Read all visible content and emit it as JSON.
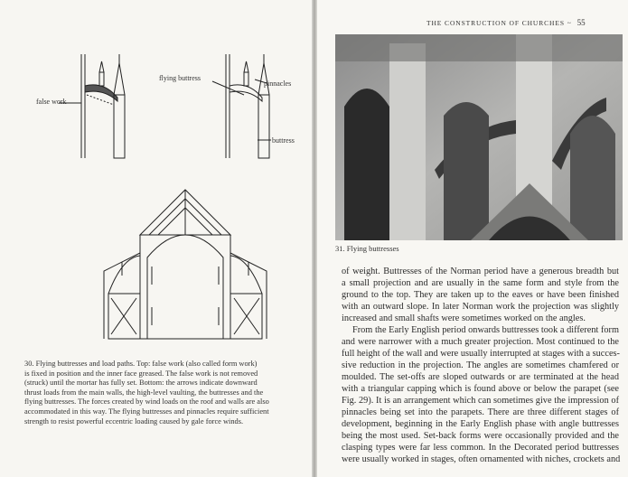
{
  "left_page": {
    "figure_labels": {
      "false_work": "false work",
      "flying_buttress": "flying buttress",
      "pinnacles": "pinnacles",
      "buttress": "buttress"
    },
    "caption_lines": [
      "30. Flying buttresses and load paths. Top: false work (also called form work)",
      "is fixed in position and the inner face greased. The false work is not removed",
      "(struck) until the mortar has fully set. Bottom: the arrows indicate downward",
      "thrust loads from the main walls, the high-level vaulting, the buttresses and the",
      "flying buttresses. The forces created by wind loads on the roof and walls are also",
      "accommodated in this way. The flying buttresses and pinnacles require sufficient",
      "strength to resist powerful eccentric loading caused by gale force winds."
    ]
  },
  "right_page": {
    "running_head": "THE CONSTRUCTION OF CHURCHES",
    "separator": "~",
    "page_number": "55",
    "photo_caption": "31. Flying buttresses",
    "body_lines": [
      "of weight. Buttresses of the Norman period have a generous breadth but",
      "a small projection and are usually in the same form and style from the",
      "ground to the top. They are taken up to the eaves or have been finished",
      "with an outward slope. In later Norman work the projection was slightly",
      "increased and small shafts were sometimes worked on the angles.",
      "From the Early English period onwards buttresses took a different form",
      "and were narrower with a much greater projection. Most continued to the",
      "full height of the wall and were usually interrupted at stages with a succes-",
      "sive reduction in the projection. The angles are sometimes chamfered or",
      "moulded. The set-offs are sloped outwards or are terminated at the head",
      "with a triangular capping which is found above or below the parapet (see",
      "Fig. 29). It is an arrangement which can sometimes give the impression of",
      "pinnacles being set into the parapets. There are three different stages of",
      "development, beginning in the Early English phase with angle buttresses",
      "being the most used. Set-back forms were occasionally provided and the",
      "clasping types were far less common. In the Decorated period buttresses",
      "were usually worked in stages, often ornamented with niches, crockets and"
    ]
  }
}
